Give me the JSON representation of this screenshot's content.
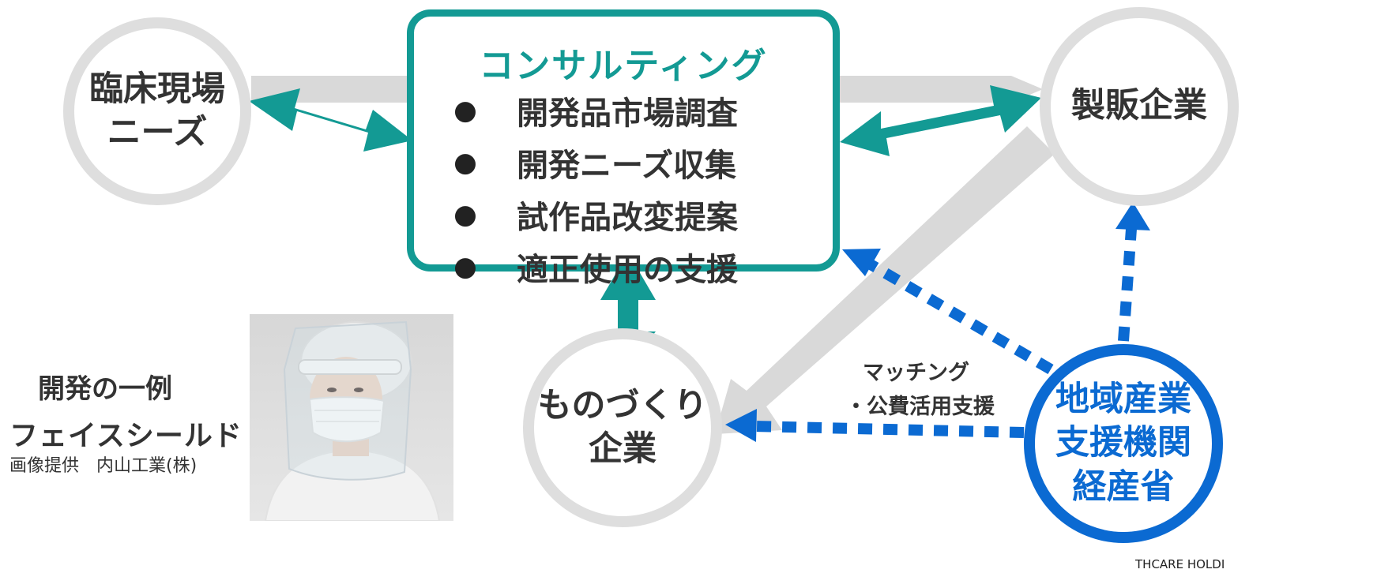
{
  "consulting": {
    "title": "コンサルティング",
    "items": [
      "開発品市場調査",
      "開発ニーズ収集",
      "試作品改変提案",
      "適正使用の支援"
    ]
  },
  "nodes": {
    "clinical": [
      "臨床現場",
      "ニーズ"
    ],
    "seihan": [
      "製販企業"
    ],
    "monozukuri": [
      "ものづくり",
      "企業"
    ],
    "support": [
      "地域産業",
      "支援機関",
      "経産省"
    ]
  },
  "matching": [
    "マッチング",
    "・公費活用支援"
  ],
  "example": {
    "label": "開発の一例",
    "product": "フェイスシールド",
    "credit": "画像提供　内山工業(株)"
  },
  "footer": "THCARE HOLDI",
  "colors": {
    "teal": "#139a94",
    "blue": "#0b6ad2",
    "gray_arrow": "#d9d9d9",
    "gray_ring": "#dedede"
  }
}
